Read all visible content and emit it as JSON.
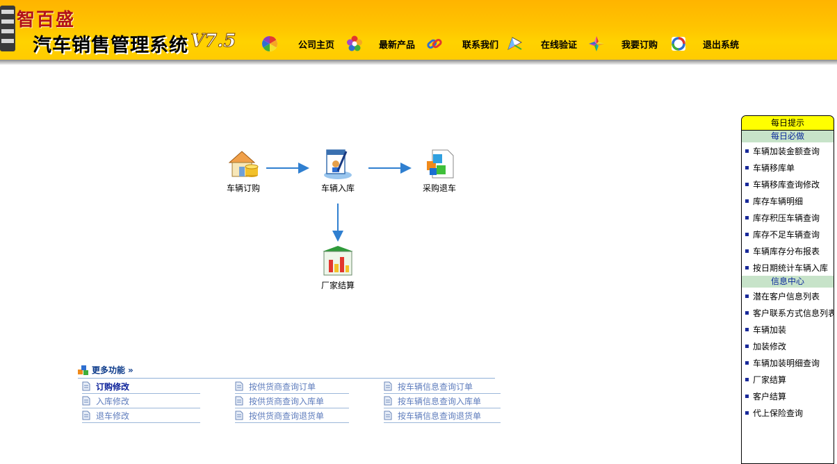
{
  "header": {
    "brand": "智百盛",
    "title": "汽车销售管理系统",
    "version": "V7.5"
  },
  "nav": [
    {
      "label": "公司主页",
      "icon": "pinwheel-icon"
    },
    {
      "label": "最新产品",
      "icon": "flower-icon"
    },
    {
      "label": "联系我们",
      "icon": "chain-link-icon"
    },
    {
      "label": "在线验证",
      "icon": "prism-icon"
    },
    {
      "label": "我要订购",
      "icon": "color-burst-icon"
    },
    {
      "label": "退出系统",
      "icon": "ring-icon"
    }
  ],
  "workflow": {
    "nodes": [
      {
        "label": "车辆订购",
        "icon": "house-coins-icon"
      },
      {
        "label": "车辆入库",
        "icon": "document-edit-icon"
      },
      {
        "label": "采购退车",
        "icon": "cubes-document-icon"
      },
      {
        "label": "厂家结算",
        "icon": "bar-chart-icon"
      }
    ]
  },
  "more": {
    "title": "更多功能",
    "arrows": "»",
    "columns": [
      [
        "订购修改",
        "入库修改",
        "退车修改"
      ],
      [
        "按供货商查询订单",
        "按供货商查询入库单",
        "按供货商查询退货单"
      ],
      [
        "按车辆信息查询订单",
        "按车辆信息查询入库单",
        "按车辆信息查询退货单"
      ]
    ]
  },
  "panel": {
    "title": "每日提示",
    "sections": [
      {
        "name": "每日必做",
        "items": [
          "车辆加装金额查询",
          "车辆移库单",
          "车辆移库查询修改",
          "库存车辆明细",
          "库存积压车辆查询",
          "库存不足车辆查询",
          "车辆库存分布报表",
          "按日期统计车辆入库"
        ]
      },
      {
        "name": "信息中心",
        "items": [
          "潜在客户信息列表",
          "客户联系方式信息列表",
          "车辆加装",
          "加装修改",
          "车辆加装明细查询",
          "厂家结算",
          "客户结算",
          "代上保险查询"
        ]
      }
    ]
  },
  "colors": {
    "header": "#ffc400",
    "link": "#5f7dbd",
    "link_active": "#0a1f99",
    "panel_title_bg": "#ffff00",
    "panel_section_bg": "#c7e3c9",
    "arrow": "#2f7fd0"
  }
}
